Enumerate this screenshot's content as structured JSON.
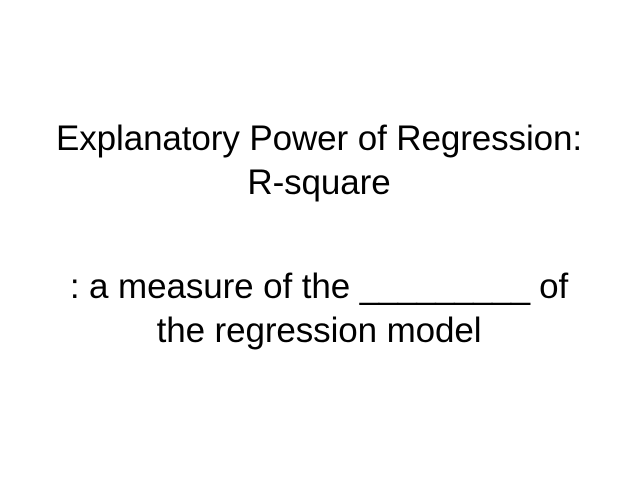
{
  "slide": {
    "background_color": "#ffffff",
    "text_color": "#000000",
    "title": {
      "line1": "Explanatory Power of Regression:",
      "line2": "R-square"
    },
    "body": {
      "line1_before_blank": ": a measure of the ",
      "blank": "_________",
      "line1_after_blank": " of",
      "line2": "the regression model"
    }
  }
}
